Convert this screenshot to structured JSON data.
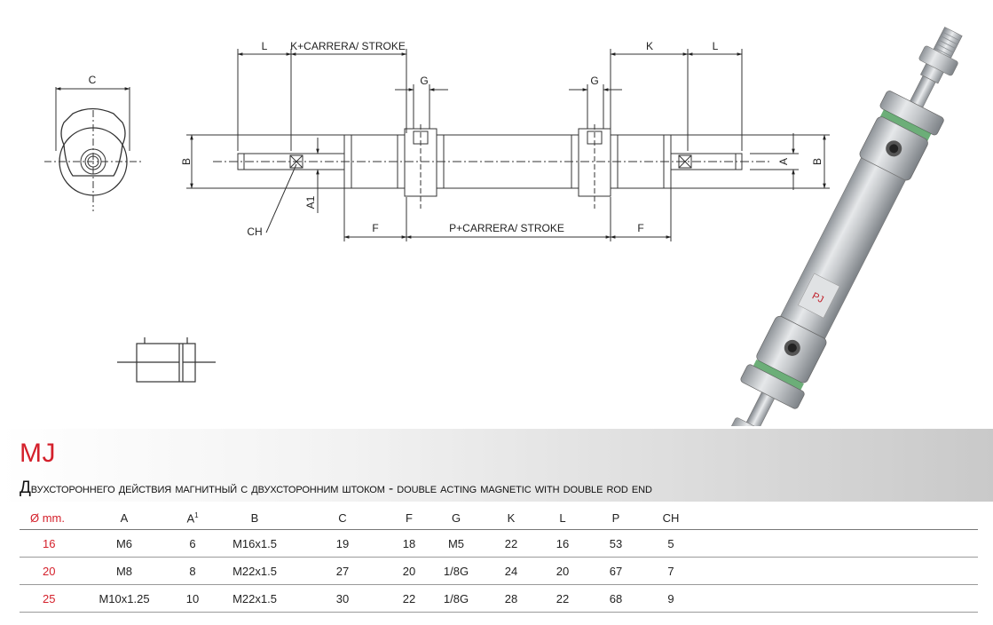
{
  "drawing": {
    "labels": {
      "c": "C",
      "l_left": "L",
      "k_stroke": "K+CARRERA/ STROKE",
      "g_left": "G",
      "g_right": "G",
      "k_right": "K",
      "l_right": "L",
      "b_left": "B",
      "a1": "A1",
      "ch": "CH",
      "f_left": "F",
      "p_stroke": "P+CARRERA/ STROKE",
      "f_right": "F",
      "a_right": "A",
      "b_right": "B"
    }
  },
  "product": {
    "model": "MJ",
    "subtitle_first_letter": "Д",
    "subtitle_rest": "вухстороннего действия  магнитный с двухсторонним штоком - double acting magnetic with double  rod end",
    "brand_mark": "PJ"
  },
  "table": {
    "headers": [
      "Ø mm.",
      "A",
      "A",
      "B",
      "C",
      "F",
      "G",
      "K",
      "L",
      "P",
      "CH"
    ],
    "header_a1_sup": "1",
    "rows": [
      [
        "16",
        "M6",
        "6",
        "M16x1.5",
        "19",
        "18",
        "M5",
        "22",
        "16",
        "53",
        "5"
      ],
      [
        "20",
        "M8",
        "8",
        "M22x1.5",
        "27",
        "20",
        "1/8G",
        "24",
        "20",
        "67",
        "7"
      ],
      [
        "25",
        "M10x1.25",
        "10",
        "M22x1.5",
        "30",
        "22",
        "1/8G",
        "28",
        "22",
        "68",
        "9"
      ]
    ]
  },
  "colors": {
    "accent_red": "#d4202b",
    "line": "#333333",
    "steel": "#b9bcc0"
  }
}
